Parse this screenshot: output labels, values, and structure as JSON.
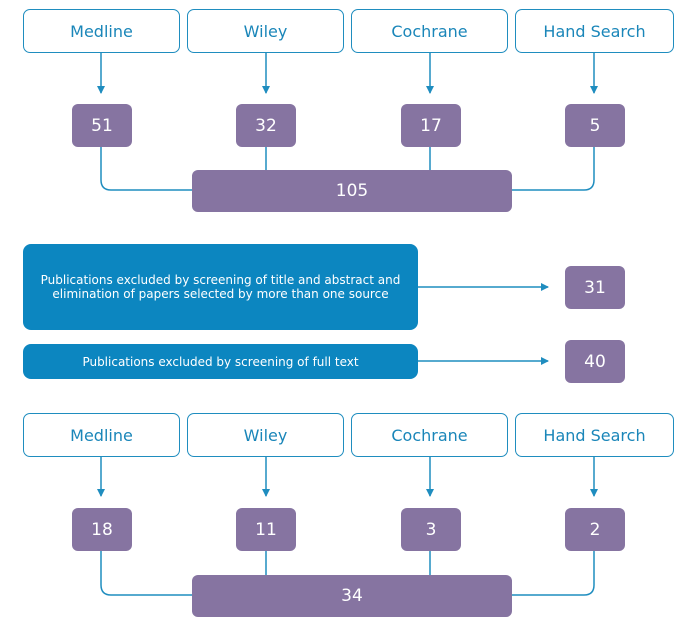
{
  "top": {
    "sources": [
      "Medline",
      "Wiley",
      "Cochrane",
      "Hand Search"
    ],
    "counts": [
      "51",
      "32",
      "17",
      "5"
    ],
    "total": "105"
  },
  "exclusions": [
    {
      "text": "Publications excluded by screening of title and abstract and elimination of papers selected by more than one source",
      "count": "31"
    },
    {
      "text": "Publications excluded by screening of full text",
      "count": "40"
    }
  ],
  "bottom": {
    "sources": [
      "Medline",
      "Wiley",
      "Cochrane",
      "Hand Search"
    ],
    "counts": [
      "18",
      "11",
      "3",
      "2"
    ],
    "total": "34"
  },
  "colors": {
    "source_border": "#1f8dbf",
    "count_fill": "#8674a1",
    "exclusion_fill": "#0c86c0",
    "connector": "#1f8dbf"
  }
}
